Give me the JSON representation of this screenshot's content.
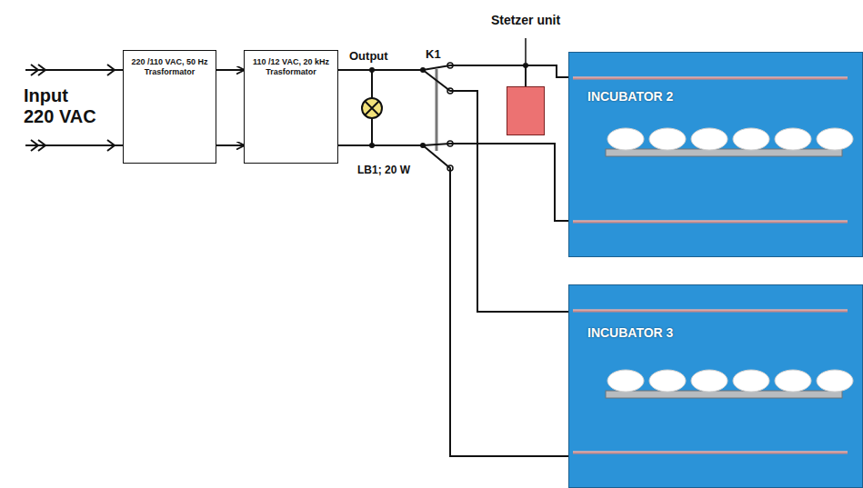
{
  "diagram": {
    "nodes": [
      {
        "text": [
          "220 /110 VAC, 50 Hz Trasformator"
        ]
      },
      {
        "text": [
          "110 /12 VAC, 20 kHz Trasformator"
        ]
      },
      {
        "text": [
          "Stetzer unit"
        ]
      },
      {
        "text": [
          "INCUBATOR 2"
        ]
      },
      {
        "text": [
          "INCUBATOR 3"
        ]
      }
    ],
    "edges": [
      {
        "from": 0,
        "to": 1,
        "arrow": "to"
      },
      {
        "from": 0,
        "to": 1,
        "arrow": "to"
      },
      {
        "from": 1,
        "to": 2,
        "arrow": "none"
      },
      {
        "from": 2,
        "to": 3,
        "arrow": "none"
      },
      {
        "from": 1,
        "to": 3,
        "arrow": "none"
      },
      {
        "from": 1,
        "to": 4,
        "arrow": "none"
      },
      {
        "from": 1,
        "to": 4,
        "arrow": "none"
      }
    ],
    "labels": [
      "Input 220 VAC",
      "Output",
      "K1",
      "LB1; 20 W"
    ]
  }
}
